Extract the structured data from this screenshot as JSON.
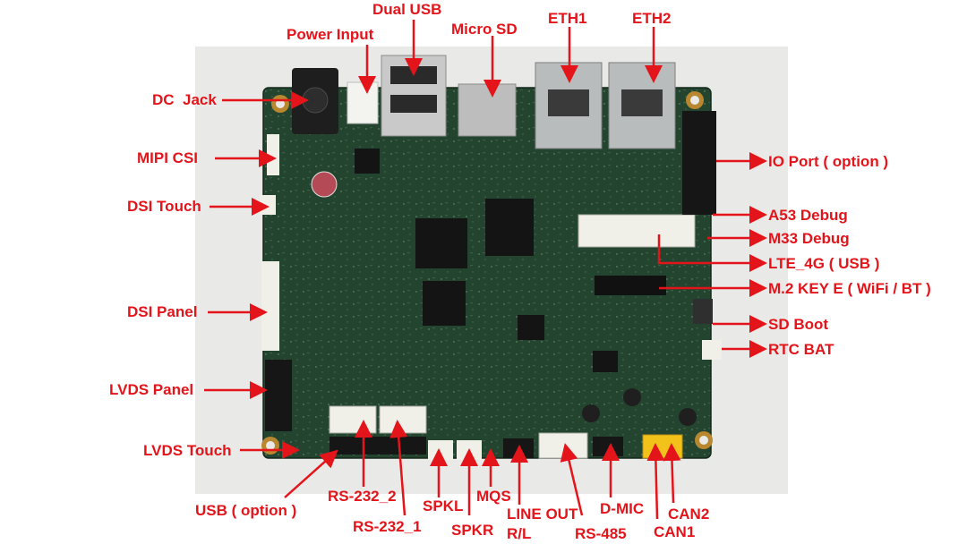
{
  "colors": {
    "label": "#e4141b",
    "arrow": "#e4141b",
    "board": "#23452f",
    "board_dark": "#1a3524",
    "backdrop": "#e9e9e7"
  },
  "labels": {
    "dual_usb": "Dual USB",
    "power_input": "Power Input",
    "micro_sd": "Micro SD",
    "eth1": "ETH1",
    "eth2": "ETH2",
    "dc_jack": "DC  Jack",
    "mipi_csi": "MIPI CSI",
    "dsi_touch": "DSI Touch",
    "dsi_panel": "DSI Panel",
    "lvds_panel": "LVDS Panel",
    "lvds_touch": "LVDS Touch",
    "usb_option": "USB ( option )",
    "rs232_2": "RS-232_2",
    "rs232_1": "RS-232_1",
    "spkl": "SPKL",
    "spkr": "SPKR",
    "mqs": "MQS",
    "line_out": "LINE OUT",
    "r_l": "R/L",
    "rs485": "RS-485",
    "d_mic": "D-MIC",
    "can1": "CAN1",
    "can2": "CAN2",
    "io_port": "IO Port ( option )",
    "a53_debug": "A53 Debug",
    "m33_debug": "M33 Debug",
    "lte_4g": "LTE_4G ( USB )",
    "m2_key_e": "M.2 KEY E ( WiFi / BT )",
    "sd_boot": "SD Boot",
    "rtc_bat": "RTC BAT"
  }
}
